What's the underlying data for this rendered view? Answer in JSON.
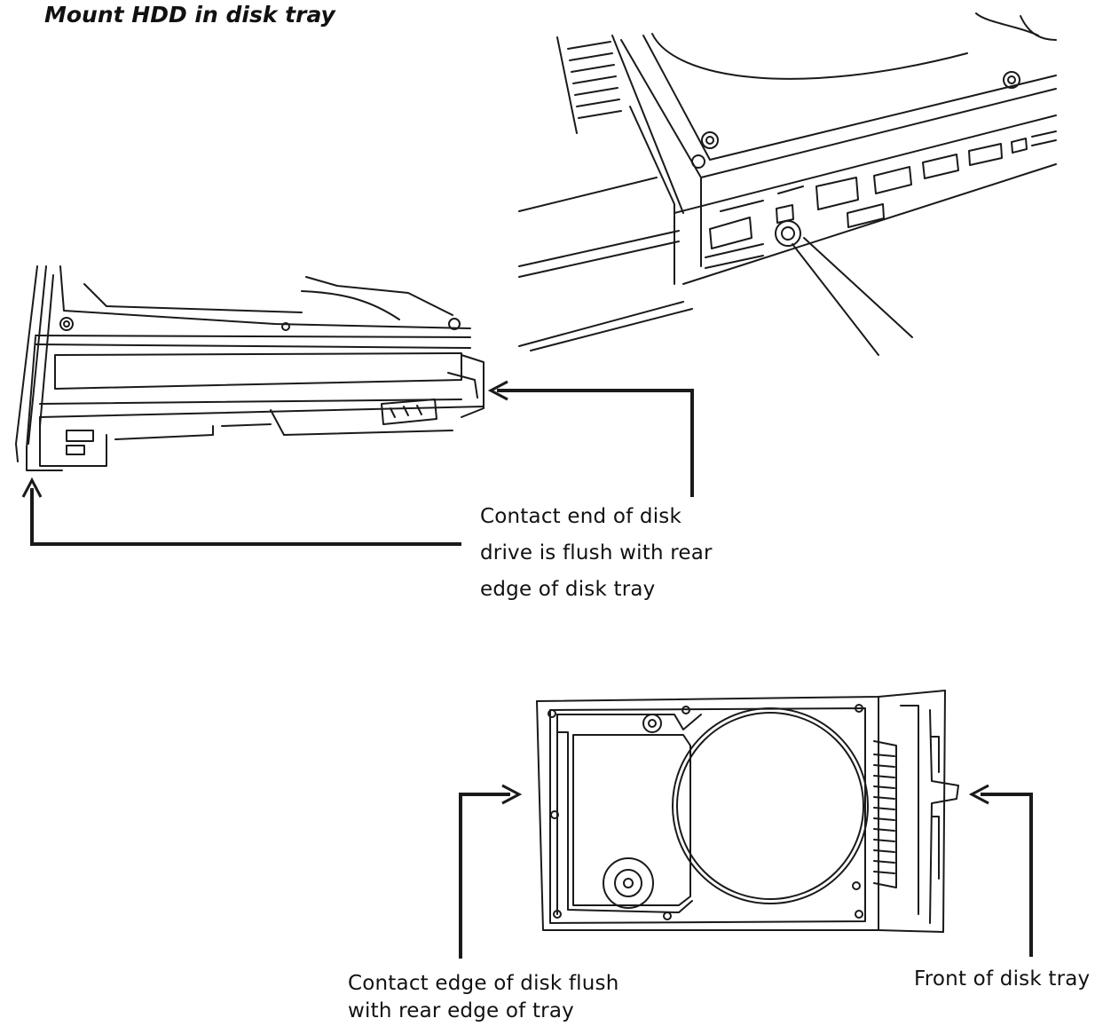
{
  "title": "Mount HDD in disk tray",
  "callouts": {
    "side_view": {
      "lines": [
        "Contact end of disk",
        "drive is flush with rear",
        "edge of disk tray"
      ]
    },
    "top_view_rear": {
      "lines": [
        "Contact edge of disk flush",
        "with rear edge of tray"
      ]
    },
    "top_view_front": {
      "lines": [
        "Front of disk tray"
      ]
    }
  },
  "colors": {
    "line": "#1a1a1a",
    "background": "#ffffff"
  }
}
